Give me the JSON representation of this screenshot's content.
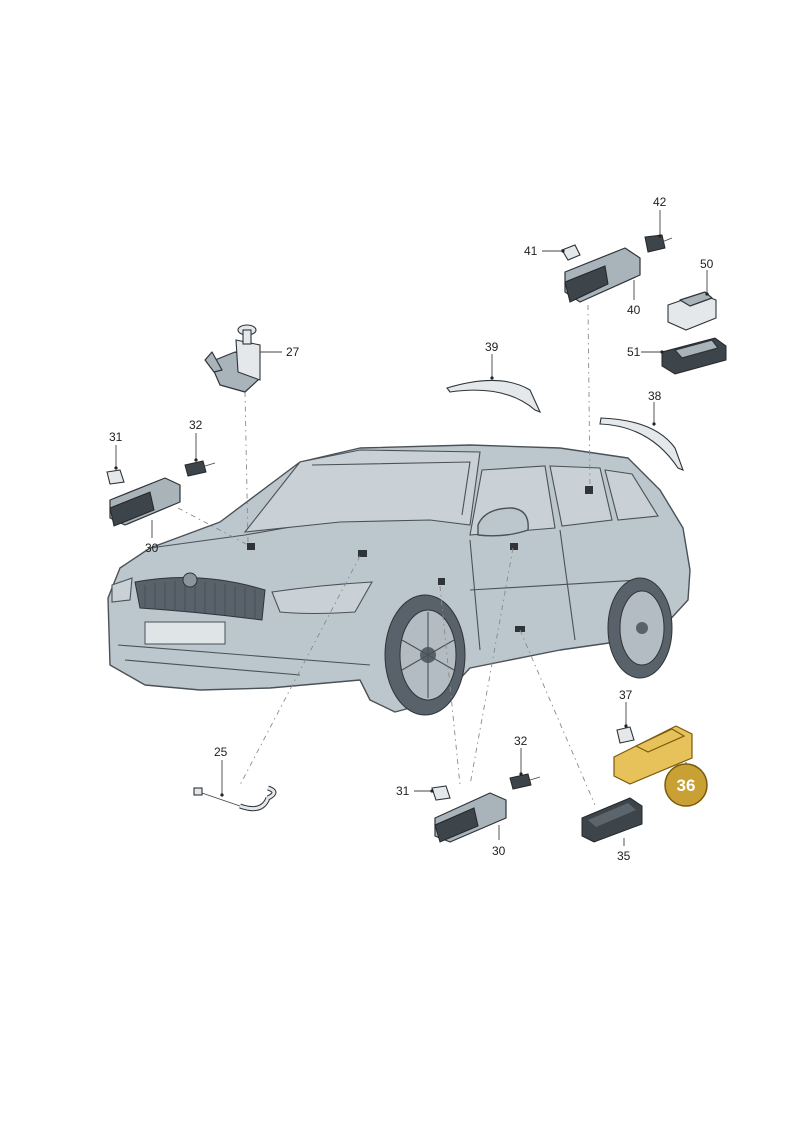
{
  "labels": {
    "l27": "27",
    "l42": "42",
    "l41": "41",
    "l50": "50",
    "l40": "40",
    "l39": "39",
    "l51": "51",
    "l38": "38",
    "l31a": "31",
    "l32a": "32",
    "l30a": "30",
    "l37": "37",
    "l36": "36",
    "l25": "25",
    "l32b": "32",
    "l31b": "31",
    "l30b": "30",
    "l35": "35"
  },
  "colors": {
    "highlight": "#c9a033",
    "car_body": "#bcc6cd",
    "outline": "#2f3438"
  }
}
